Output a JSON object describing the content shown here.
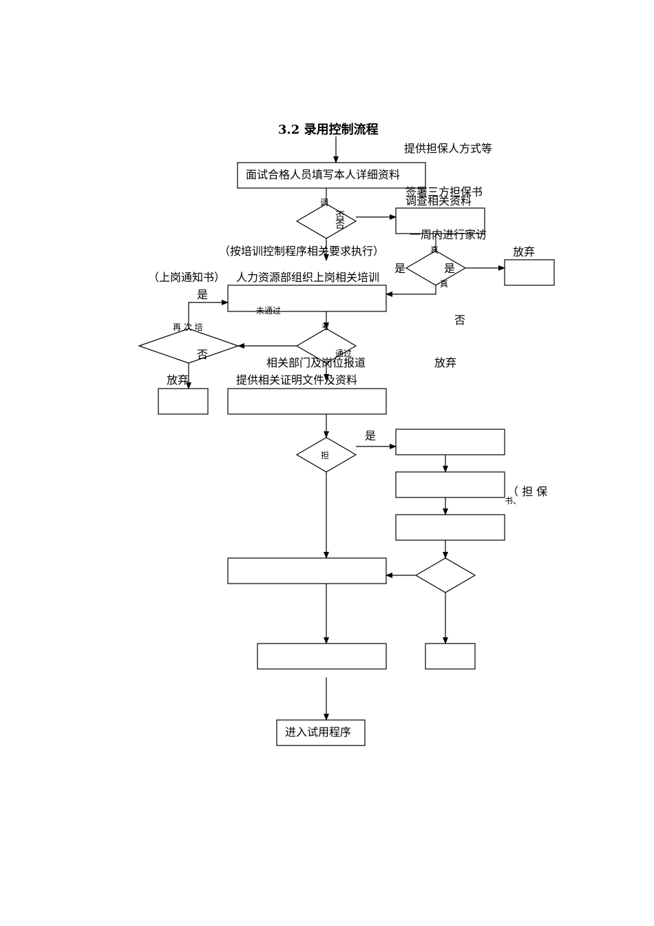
{
  "title": "3.2 录用控制流程",
  "labels": {
    "guarantor_method": "提供担保人方式等",
    "fill_details": "面试合格人员填写本人详细资料",
    "third_party_guarantee": "签署三方担保书",
    "investigate": "调查相关资料",
    "investigate_small": "调",
    "no_1a": "否",
    "no_1b": "否",
    "week_home_visit": "一周内进行家访",
    "true_1": "真",
    "true_2": "真",
    "per_training_procedure": "（按培训控制程序相关要求执行）",
    "abandon_1": "放弃",
    "yes_1": "是",
    "yes_2": "是",
    "onboard_notice": "（上岗通知书）",
    "hr_training": "人力资源部组织上岗相关培训",
    "yes_3": "是",
    "not_passed": "未通过",
    "retrain": "再 次 培",
    "test_mark": "考",
    "no_2": "否",
    "no_3": "否",
    "passed": "通过",
    "report_dept": "相关部门及岗位报道",
    "abandon_2": "放弃",
    "abandon_3": "放弃",
    "provide_docs": "提供相关证明文件及资料",
    "yes_4": "是",
    "guarantee_small": "担",
    "guarantee_spaced": "（ 担 保",
    "guarantee_tail": "书、",
    "enter_probation": "进入试用程序"
  }
}
